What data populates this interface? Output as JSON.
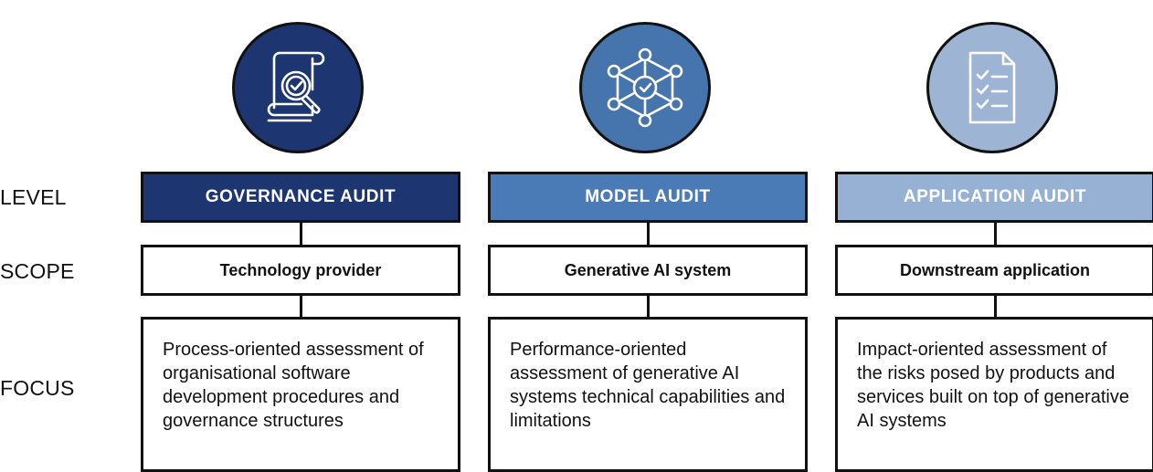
{
  "rows": {
    "level": "LEVEL",
    "scope": "SCOPE",
    "focus": "FOCUS"
  },
  "columns": [
    {
      "icon": "document-magnifier-check-icon",
      "circle_color": "#1d3671",
      "level_color": "#1d3671",
      "level": "GOVERNANCE AUDIT",
      "scope": "Technology provider",
      "focus": "Process-oriented assessment of organisational software development procedures and governance structures"
    },
    {
      "icon": "network-hexagon-check-icon",
      "circle_color": "#4674ad",
      "level_color": "#4a7bb7",
      "level": "MODEL AUDIT",
      "scope": "Generative AI system",
      "focus": "Performance-oriented assessment of generative AI systems technical capabilities and limitations"
    },
    {
      "icon": "checklist-document-icon",
      "circle_color": "#9db4d4",
      "level_color": "#97b1d4",
      "level": "APPLICATION AUDIT",
      "scope": "Downstream application",
      "focus": "Impact-oriented assessment of the risks posed by products and services built on top of generative AI systems"
    }
  ]
}
